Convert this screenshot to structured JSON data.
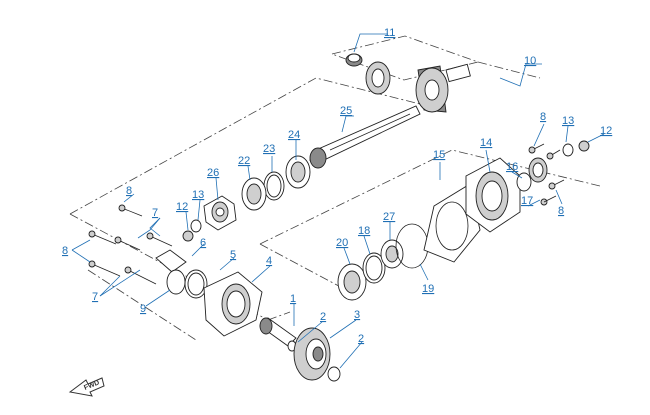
{
  "callouts": {
    "c1": "1",
    "c2a": "2",
    "c2b": "2",
    "c3": "3",
    "c4": "4",
    "c5": "5",
    "c6": "6",
    "c7a": "7",
    "c7b": "7",
    "c8a": "8",
    "c8b": "8",
    "c8c": "8",
    "c8d": "8",
    "c9": "9",
    "c10": "10",
    "c11": "11",
    "c12a": "12",
    "c12b": "12",
    "c13a": "13",
    "c13b": "13",
    "c14": "14",
    "c15": "15",
    "c16": "16",
    "c17": "17",
    "c18": "18",
    "c19": "19",
    "c20": "20",
    "c22": "22",
    "c23": "23",
    "c24": "24",
    "c25": "25",
    "c26": "26",
    "c27": "27"
  },
  "direction_arrow": {
    "label": "FWD",
    "icon": "forward-direction-arrow-icon"
  },
  "colors": {
    "callout": "#1f6fb4",
    "line": "#222222"
  }
}
